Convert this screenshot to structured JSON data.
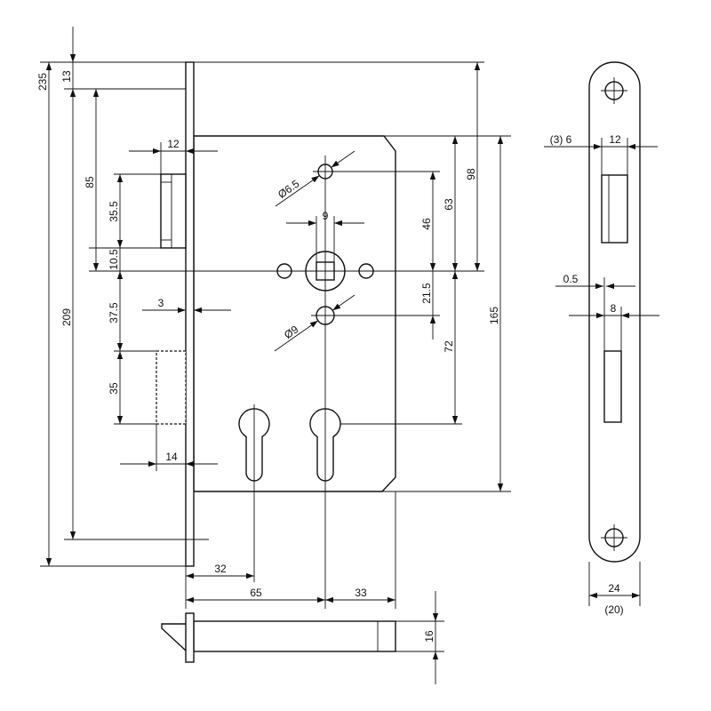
{
  "lock_view": {
    "dim_235": "235",
    "dim_13": "13",
    "dim_209": "209",
    "dim_85": "85",
    "dim_35_5": "35.5",
    "dim_10_5": "10.5",
    "dim_37_5": "37.5",
    "dim_35": "35",
    "dim_12": "12",
    "dim_3": "3",
    "dim_14": "14",
    "dim_hole_6_5": "Ø6.5",
    "dim_9": "9",
    "dim_hole_9": "Ø9",
    "dim_46": "46",
    "dim_63": "63",
    "dim_98": "98",
    "dim_21_5": "21.5",
    "dim_72": "72",
    "dim_165": "165",
    "dim_32": "32",
    "dim_65": "65",
    "dim_33": "33"
  },
  "bolt_view": {
    "dim_16": "16"
  },
  "strike_plate": {
    "dim_3_6": "(3) 6",
    "dim_12": "12",
    "dim_0_5": "0.5",
    "dim_8": "8",
    "dim_24": "24",
    "dim_20": "(20)"
  }
}
